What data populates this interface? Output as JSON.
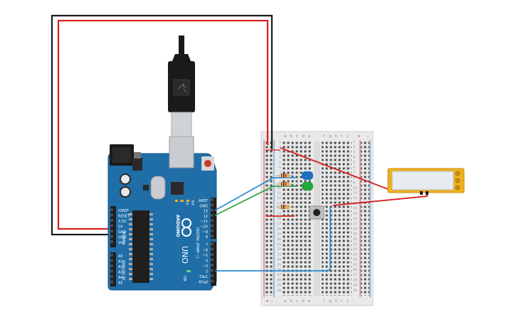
{
  "arduino": {
    "brand": "ARDUINO",
    "model": "UNO",
    "digital_label": "DIGITAL (PWM ~)",
    "power_label": "POWER",
    "analog_label": "ANALOG IN",
    "on_label": "ON",
    "tx_label": "TX",
    "rx_label": "RX",
    "l_label": "L",
    "power_pins": [
      "IOREF",
      "RESET",
      "3.3V",
      "5V",
      "GND",
      "GND",
      "Vin"
    ],
    "analog_pins": [
      "A0",
      "A1",
      "A2",
      "A3",
      "A4",
      "A5"
    ],
    "digital_pins_top": [
      "AREF",
      "GND",
      "13",
      "12",
      "~11",
      "~10",
      "~9",
      "8"
    ],
    "digital_pins_bottom": [
      "7",
      "~6",
      "~5",
      "4",
      "~3",
      "2",
      "TX▸1",
      "RX◂0"
    ]
  },
  "breadboard": {
    "columns_left": [
      "a",
      "b",
      "c",
      "d",
      "e"
    ],
    "columns_right": [
      "f",
      "g",
      "h",
      "i",
      "j"
    ],
    "rail_plus": "+",
    "rail_minus": "−"
  },
  "colors": {
    "board": "#1f6ea8",
    "wire_red": "#d62020",
    "wire_black": "#1a1a1a",
    "wire_blue": "#2d8fd6",
    "wire_green": "#2fa64a",
    "led_blue": "#1f6fbf",
    "led_green": "#22a83a",
    "lcd_frame": "#f0b01c",
    "lcd_screen": "#e6ecef"
  },
  "components": {
    "usb_cable": "usb-cable-icon",
    "led_1": "blue-led",
    "led_2": "green-led",
    "button": "pushbutton",
    "display": "lcd-display"
  }
}
